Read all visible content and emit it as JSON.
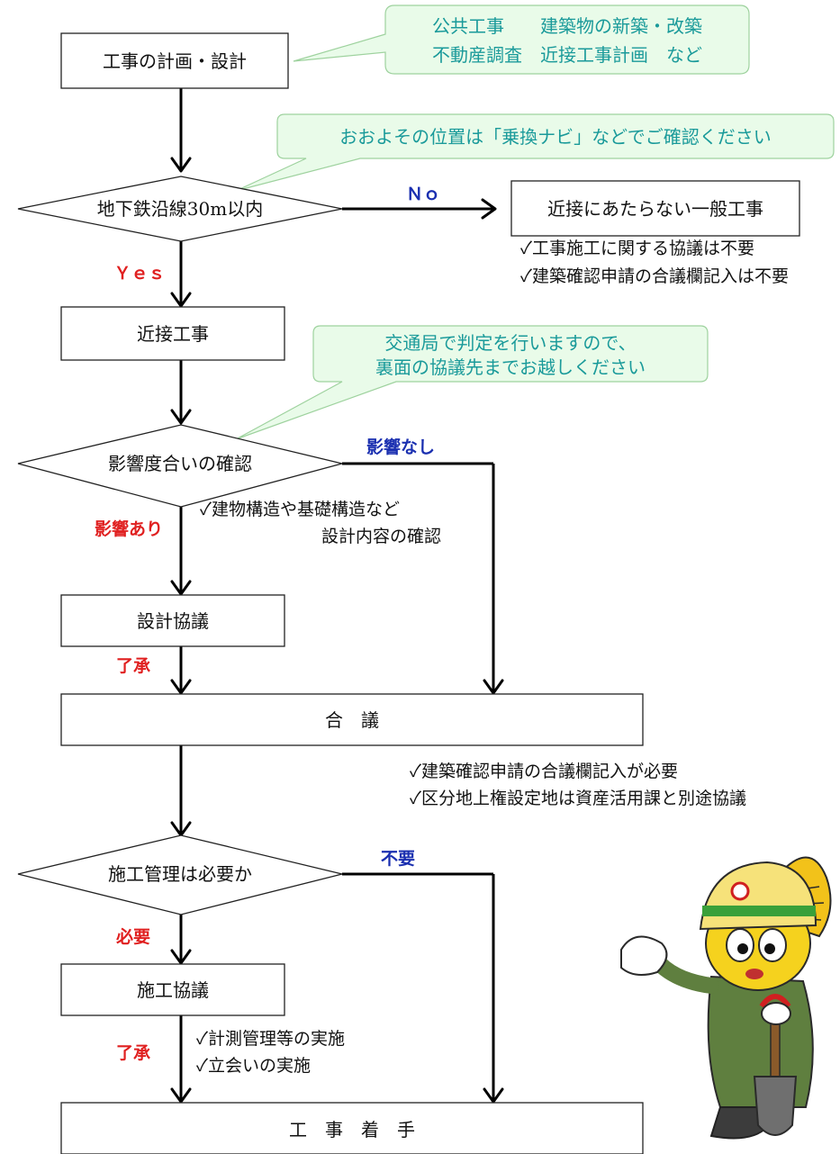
{
  "colors": {
    "callout_text": "#1a9a9a",
    "yes_label": "#e02020",
    "no_label": "#1a2fb0",
    "callout_fill": "#e9fbe9"
  },
  "nodes": {
    "plan": "工事の計画・設計",
    "within_30m": "地下鉄沿線30m以内",
    "general_work": "近接にあたらない一般工事",
    "proximity_work": "近接工事",
    "impact_check": "影響度合いの確認",
    "design_consult": "設計協議",
    "gougi": "合　議",
    "mgmt_needed": "施工管理は必要か",
    "construction_consult": "施工協議",
    "start_work": "工　事　着　手"
  },
  "callouts": {
    "c1_line1": "公共工事　　建築物の新築・改築",
    "c1_line2": "不動産調査　近接工事計画　など",
    "c2": "おおよその位置は「乗換ナビ」などでご確認ください",
    "c3_line1": "交通局で判定を行いますので、",
    "c3_line2": "裏面の協議先までお越しください"
  },
  "labels": {
    "no": "Ｎｏ",
    "yes": "Ｙｅｓ",
    "no_impact": "影響なし",
    "impact": "影響あり",
    "approved1": "了承",
    "unneeded": "不要",
    "needed": "必要",
    "approved2": "了承"
  },
  "notes": {
    "general_1": "✓工事施工に関する協議は不要",
    "general_2": "✓建築確認申請の合議欄記入は不要",
    "impact_1": "✓建物構造や基礎構造など",
    "impact_2": "設計内容の確認",
    "gougi_1": "✓建築確認申請の合議欄記入が必要",
    "gougi_2": "✓区分地上権設定地は資産活用課と別途協議",
    "cons_1": "✓計測管理等の実施",
    "cons_2": "✓立会いの実施"
  },
  "mascot": {
    "icon": "mascot-character-icon"
  }
}
